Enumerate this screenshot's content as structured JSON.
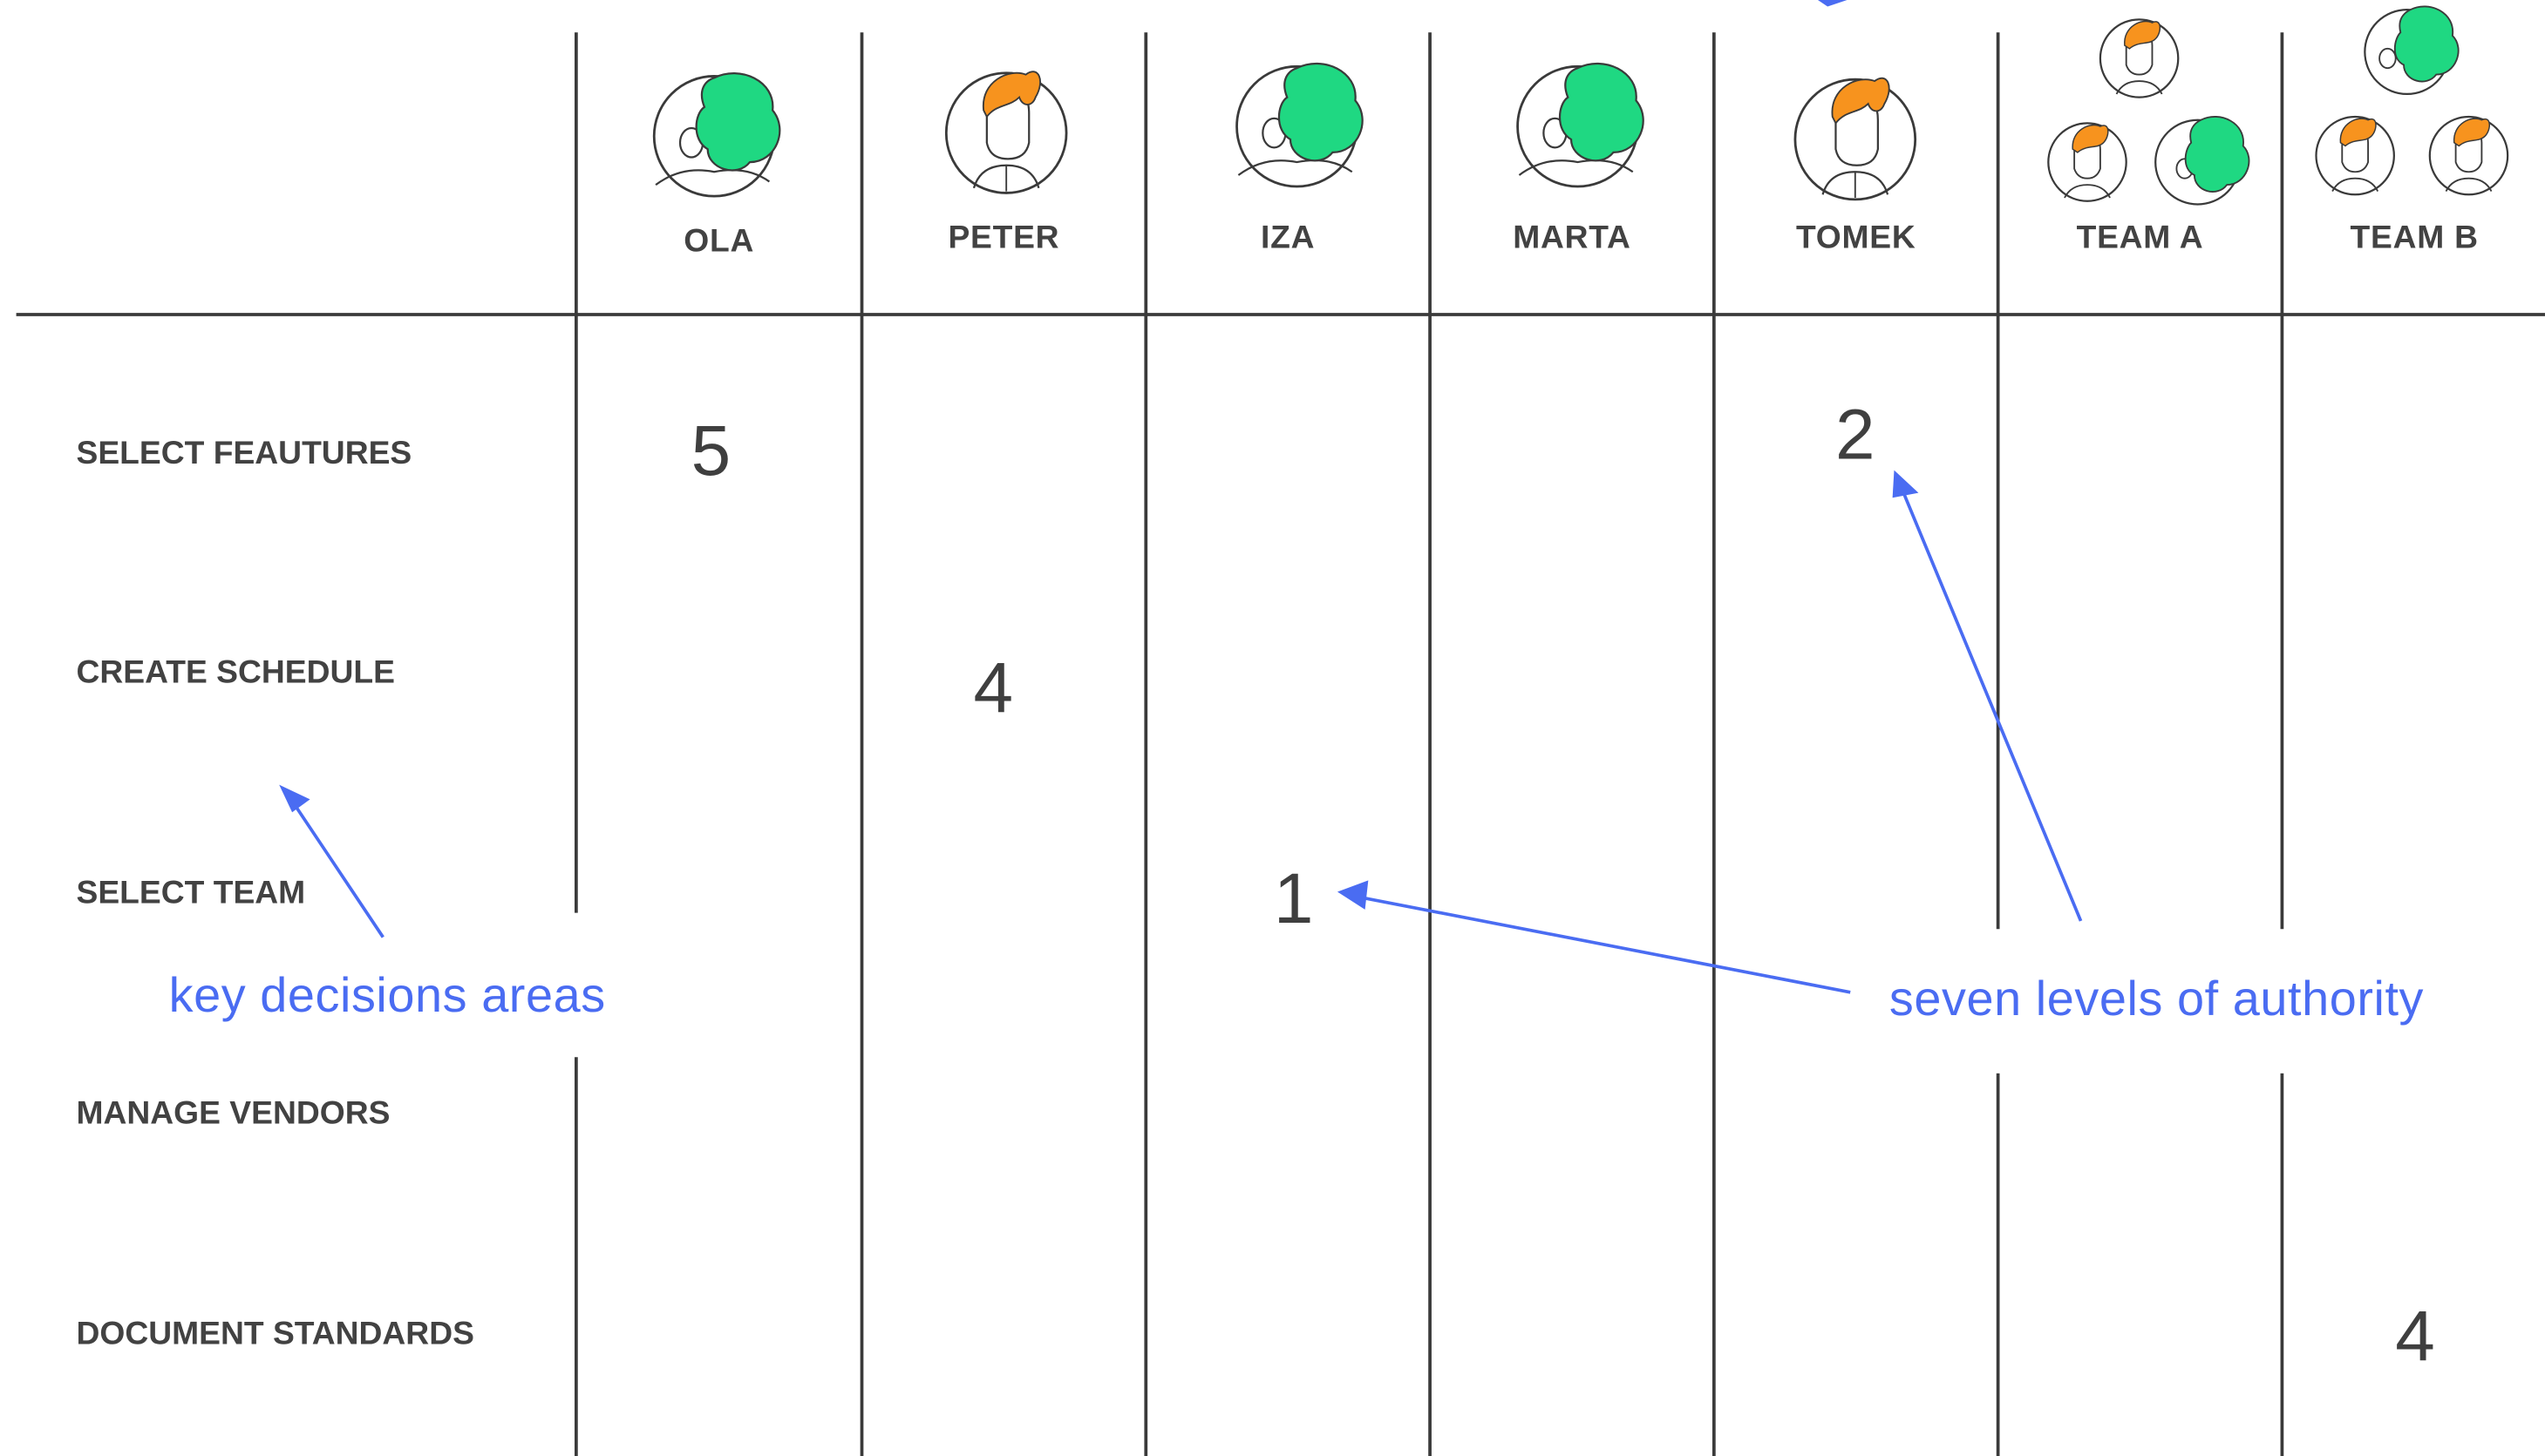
{
  "columns": [
    {
      "name": "OLA",
      "avatar": "person-green-hair-icon"
    },
    {
      "name": "PETER",
      "avatar": "person-orange-hair-icon"
    },
    {
      "name": "IZA",
      "avatar": "person-green-hair-icon"
    },
    {
      "name": "MARTA",
      "avatar": "person-green-hair-icon"
    },
    {
      "name": "TOMEK",
      "avatar": "person-orange-hair-icon"
    },
    {
      "name": "TEAM A",
      "avatar": "team-group-icon"
    },
    {
      "name": "TEAM B",
      "avatar": "team-group-icon"
    }
  ],
  "rows": [
    {
      "label": "SELECT FEAUTURES"
    },
    {
      "label": "CREATE SCHEDULE"
    },
    {
      "label": "SELECT TEAM"
    },
    {
      "label": "MANAGE VENDORS"
    },
    {
      "label": "DOCUMENT STANDARDS"
    }
  ],
  "cells": [
    {
      "row": "SELECT FEAUTURES",
      "column": "OLA",
      "value": "5"
    },
    {
      "row": "SELECT FEAUTURES",
      "column": "TOMEK",
      "value": "2"
    },
    {
      "row": "CREATE SCHEDULE",
      "column": "PETER",
      "value": "4"
    },
    {
      "row": "SELECT TEAM",
      "column": "IZA",
      "value": "1"
    },
    {
      "row": "DOCUMENT STANDARDS",
      "column": "TEAM B",
      "value": "4"
    }
  ],
  "annotations": {
    "key_decisions": "key decisions areas",
    "seven_levels": "seven levels of authority"
  },
  "colors": {
    "accent_blue": "#4a6cf2",
    "hair_green": "#1fd882",
    "hair_orange": "#f7931e",
    "ink": "#3a3a3a",
    "text": "#424242"
  }
}
